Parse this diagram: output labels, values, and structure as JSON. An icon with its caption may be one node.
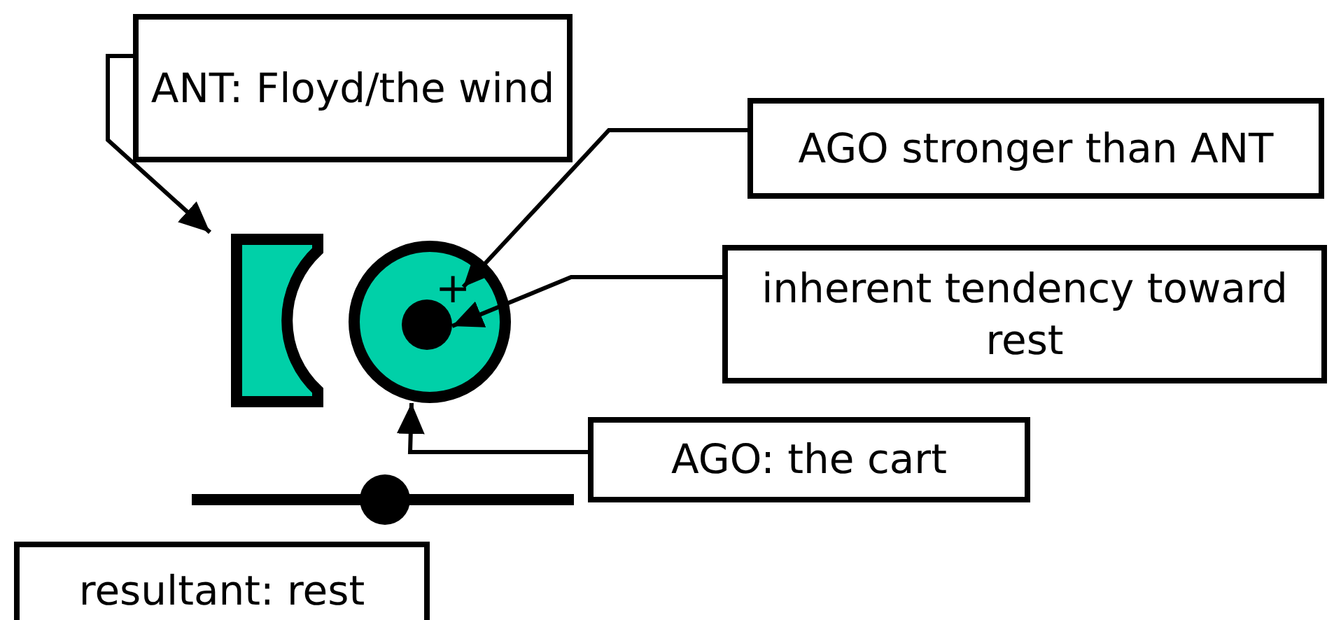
{
  "diagram": {
    "nodes": [
      {
        "text": [
          "ANT: Floyd/the wind"
        ]
      },
      {
        "text": [
          "AGO stronger than ANT"
        ]
      },
      {
        "text": [],
        "shape": "box"
      },
      {
        "text": [],
        "shape": "circle"
      },
      {
        "text": [
          "+"
        ],
        "in": 3
      },
      {
        "text": [],
        "shape": "circle",
        "in": 3
      },
      {
        "text": [
          "inherent tendency toward rest"
        ]
      },
      {
        "text": [
          "AGO: the cart"
        ]
      },
      {
        "text": [
          "resultant: rest"
        ]
      }
    ],
    "edges": [
      {
        "from": 0,
        "to": 2,
        "arrow": "to"
      },
      {
        "from": 1,
        "to": 4,
        "arrow": "to"
      },
      {
        "from": 6,
        "to": 5,
        "arrow": "to"
      },
      {
        "from": 7,
        "to": 3,
        "arrow": "to"
      }
    ]
  }
}
